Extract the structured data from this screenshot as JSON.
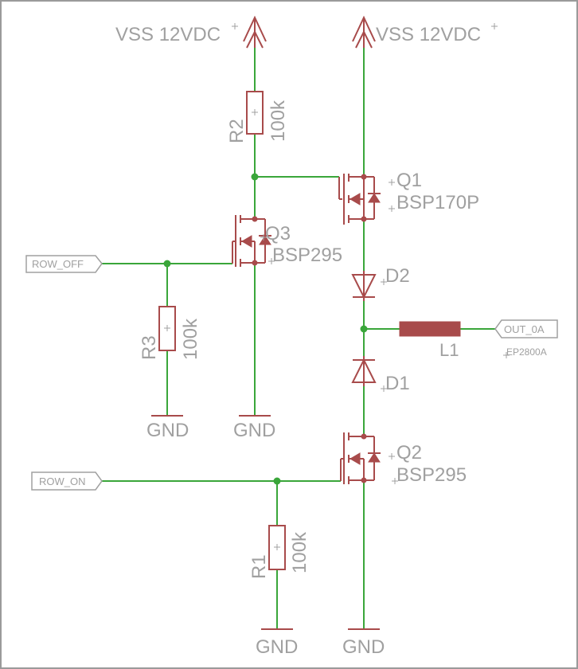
{
  "supplies": [
    {
      "id": "vss-left",
      "label": "VSS 12VDC"
    },
    {
      "id": "vss-right",
      "label": "VSS 12VDC"
    }
  ],
  "grounds": [
    {
      "id": "gnd-r3",
      "label": "GND"
    },
    {
      "id": "gnd-q3",
      "label": "GND"
    },
    {
      "id": "gnd-r1",
      "label": "GND"
    },
    {
      "id": "gnd-q2",
      "label": "GND"
    }
  ],
  "ports": {
    "row_off": "ROW_OFF",
    "row_on": "ROW_ON",
    "out_0a": "OUT_0A"
  },
  "components": {
    "r2": {
      "name": "R2",
      "value": "100k"
    },
    "r3": {
      "name": "R3",
      "value": "100k"
    },
    "r1": {
      "name": "R1",
      "value": "100k"
    },
    "q1": {
      "name": "Q1",
      "value": "BSP170P"
    },
    "q3": {
      "name": "Q3",
      "value": "BSP295"
    },
    "q2": {
      "name": "Q2",
      "value": "BSP295"
    },
    "d2": {
      "name": "D2"
    },
    "d1": {
      "name": "D1"
    },
    "l1": {
      "name": "L1",
      "value": "EP2800A"
    }
  },
  "colors": {
    "wire": "#3aa63a",
    "part": "#a84b4b",
    "label": "#a0a0a0"
  }
}
